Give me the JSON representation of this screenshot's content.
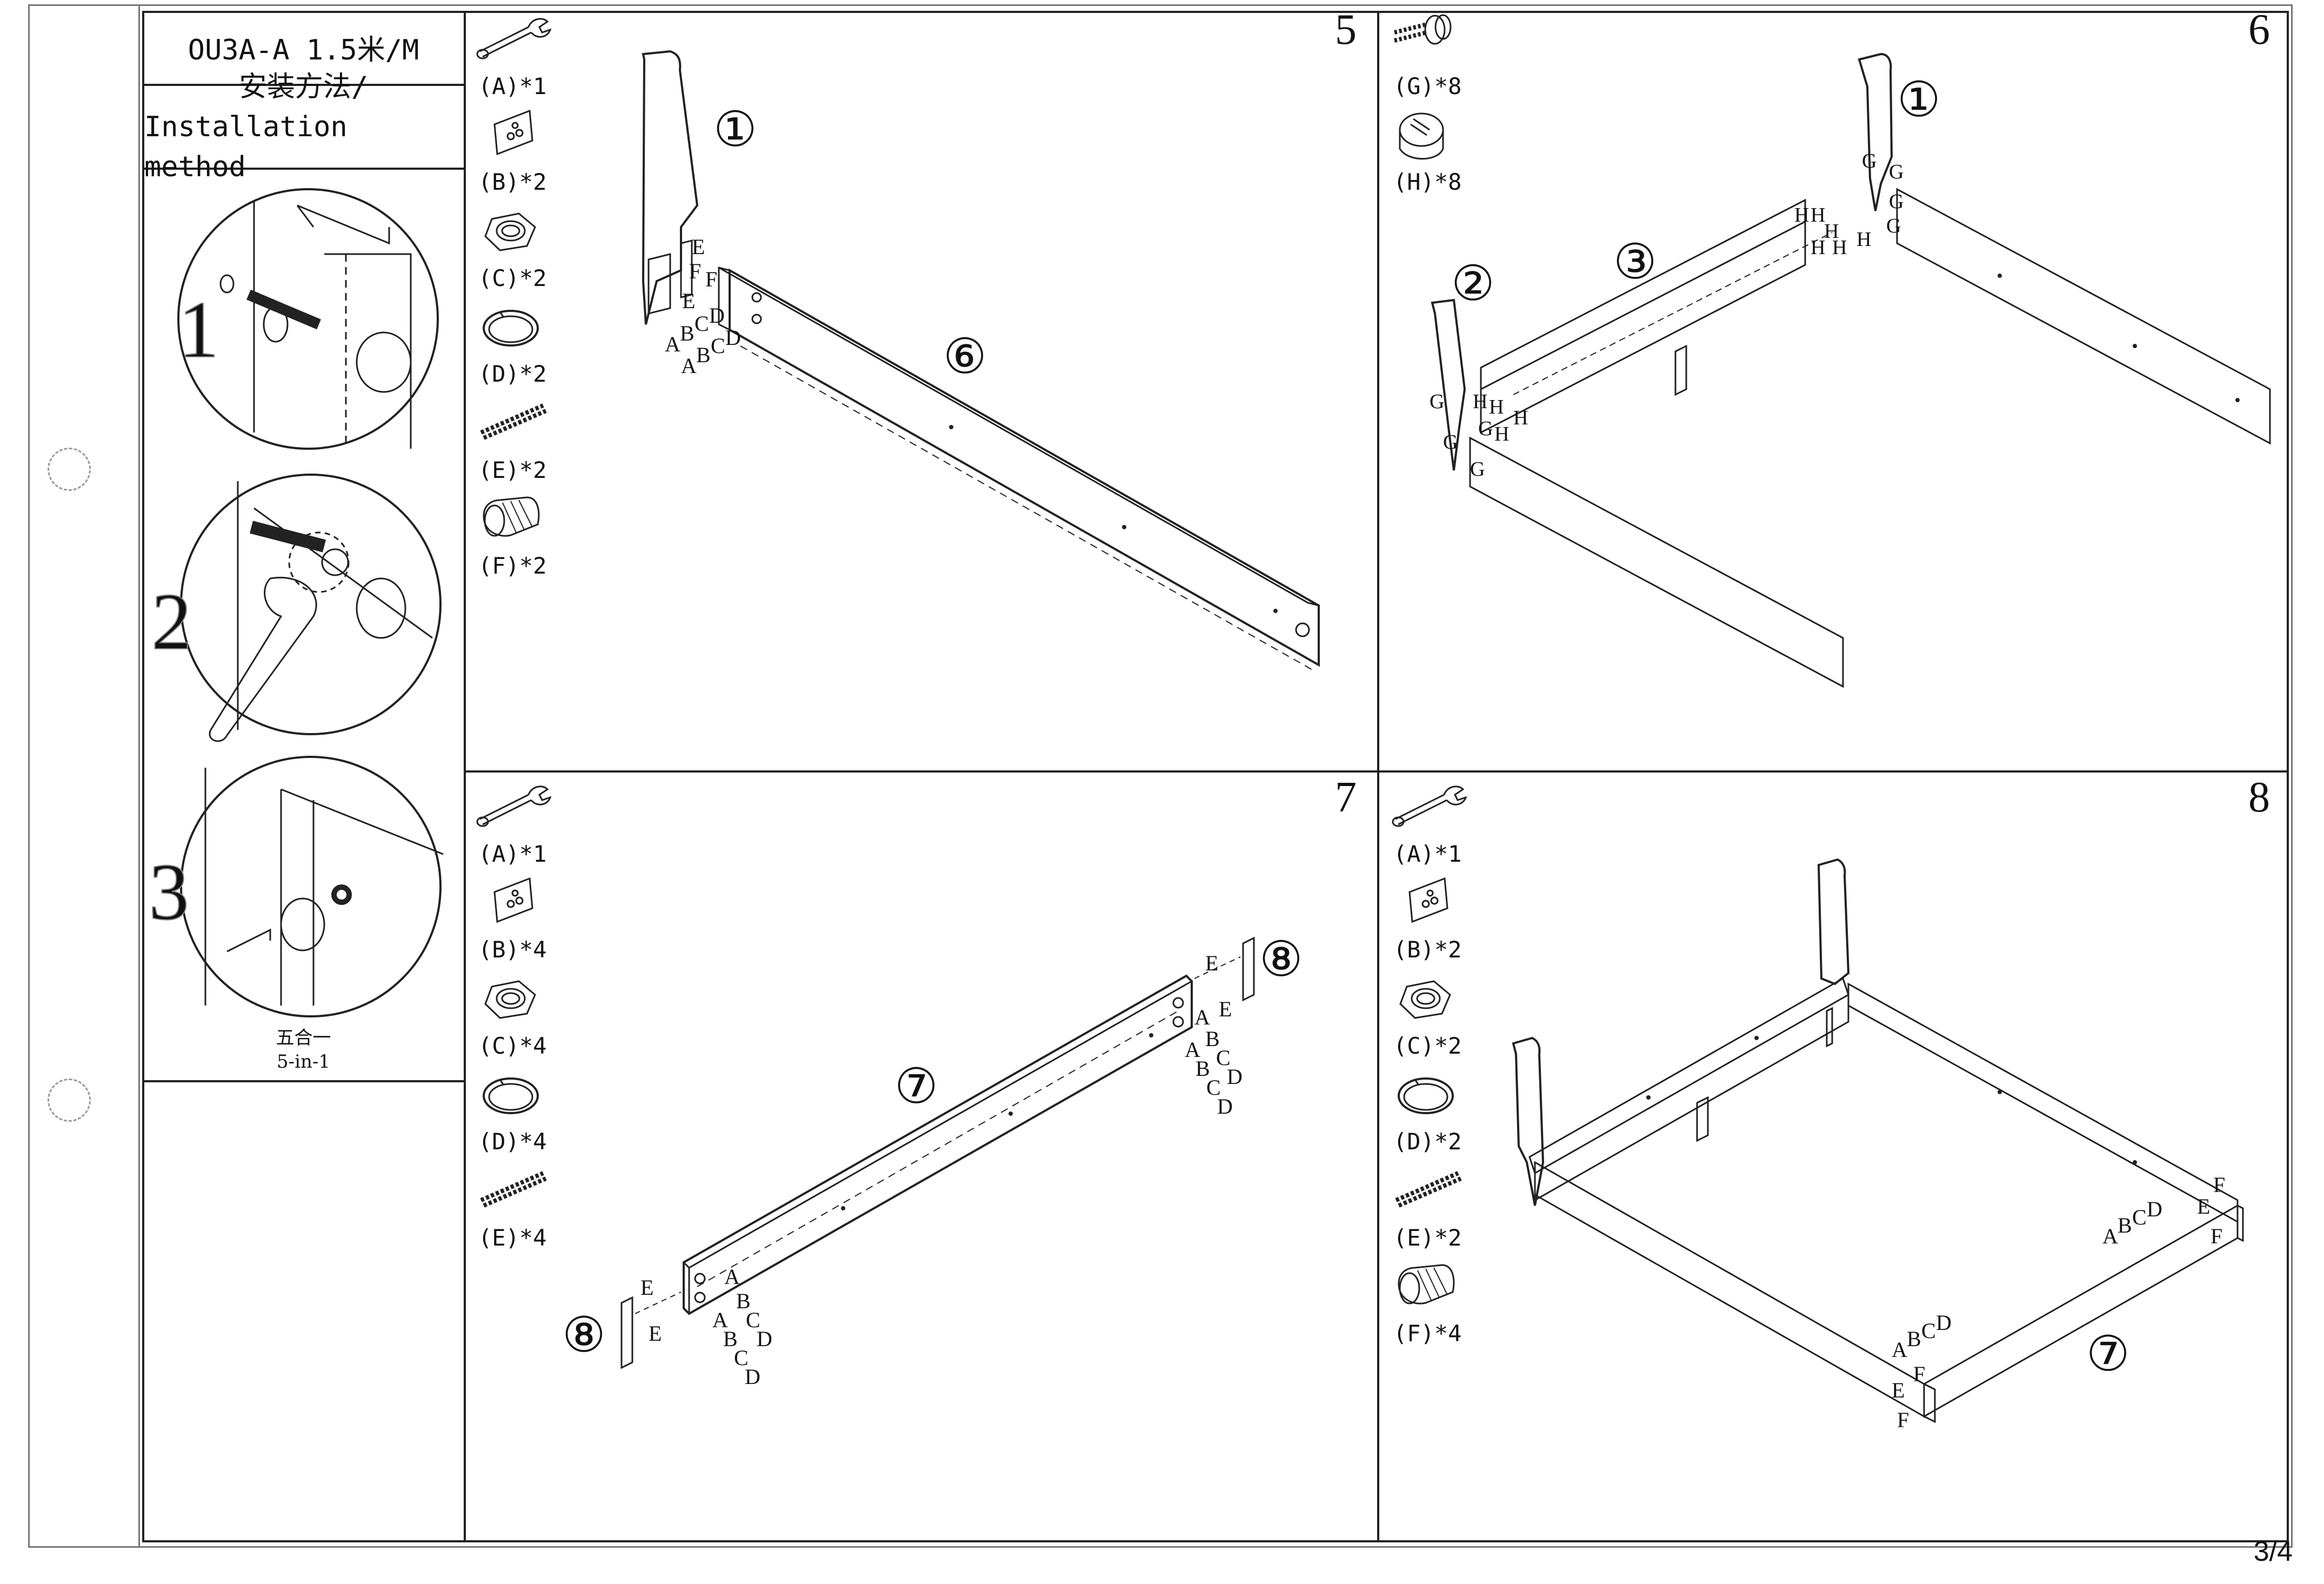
{
  "header": {
    "model": "OU3A-A 1.5米/M",
    "install_cn": "安装方法/",
    "install_en": "Installation method"
  },
  "sidebar": {
    "steps": [
      "1",
      "2",
      "3"
    ],
    "five_in_one_cn": "五合一",
    "five_in_one_en": "5-in-1"
  },
  "panels": {
    "step5": {
      "number": "5",
      "parts": [
        "(A)*1",
        "(B)*2",
        "(C)*2",
        "(D)*2",
        "(E)*2",
        "(F)*2"
      ],
      "callouts": [
        "①",
        "⑥"
      ],
      "letters": [
        "E",
        "F",
        "F",
        "E",
        "A",
        "B",
        "C",
        "D",
        "A",
        "B",
        "C",
        "D"
      ]
    },
    "step6": {
      "number": "6",
      "parts": [
        "(G)*8",
        "(H)*8"
      ],
      "callouts": [
        "①",
        "②",
        "③"
      ],
      "letters": [
        "G",
        "G",
        "G",
        "G",
        "H",
        "H",
        "H",
        "H",
        "H",
        "H",
        "G",
        "H",
        "H",
        "H",
        "G",
        "G",
        "G",
        "H"
      ]
    },
    "step7": {
      "number": "7",
      "parts": [
        "(A)*1",
        "(B)*4",
        "(C)*4",
        "(D)*4",
        "(E)*4"
      ],
      "callouts": [
        "⑦",
        "⑧",
        "⑧"
      ],
      "letters": [
        "E",
        "E",
        "A",
        "B",
        "C",
        "D",
        "A",
        "B",
        "C",
        "D",
        "E",
        "E",
        "A",
        "B",
        "C",
        "D",
        "A",
        "B",
        "C",
        "D"
      ]
    },
    "step8": {
      "number": "8",
      "parts": [
        "(A)*1",
        "(B)*2",
        "(C)*2",
        "(D)*2",
        "(E)*2",
        "(F)*4"
      ],
      "callouts": [
        "⑦"
      ],
      "letters": [
        "F",
        "E",
        "F",
        "A",
        "B",
        "C",
        "D",
        "A",
        "B",
        "C",
        "D",
        "F",
        "E",
        "F"
      ]
    }
  },
  "footer": {
    "page": "3/4"
  },
  "colors": {
    "ink": "#222222",
    "frame": "#777777"
  }
}
